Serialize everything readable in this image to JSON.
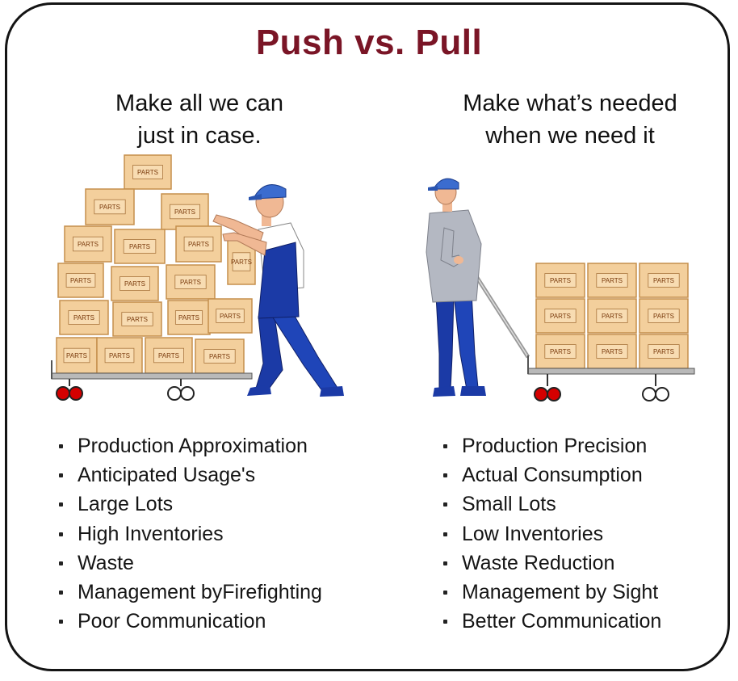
{
  "title": "Push vs. Pull",
  "push": {
    "subtitle_line1": "Make all we can",
    "subtitle_line2": "just in case.",
    "bullets": [
      "Production Approximation",
      "Anticipated Usage's",
      "Large Lots",
      "High Inventories",
      "Waste",
      "Management byFirefighting",
      "Poor Communication"
    ]
  },
  "pull": {
    "subtitle_line1": "Make what’s needed",
    "subtitle_line2": "when we need it",
    "bullets": [
      "Production Precision",
      "Actual Consumption",
      "Small Lots",
      "Low Inventories",
      "Waste Reduction",
      "Management by Sight",
      "Better Communication"
    ]
  },
  "box_label": "PARTS",
  "colors": {
    "title": "#7a1526",
    "box_fill": "#f3cf9c",
    "box_edge": "#c58f4d",
    "cap": "#3b6ccf",
    "overalls": "#1b3aa6",
    "skin": "#f0b894",
    "shirt_pull": "#b4b8c2",
    "wheel_red": "#d40000"
  }
}
